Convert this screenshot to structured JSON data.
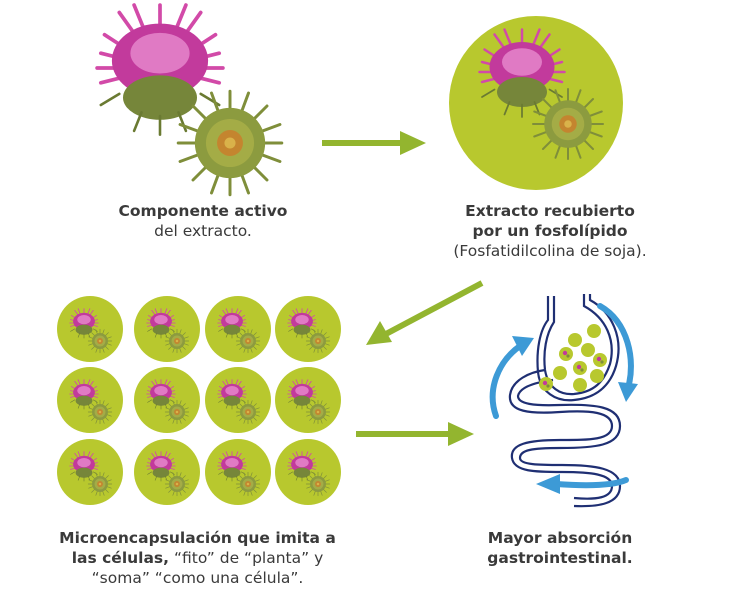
{
  "colors": {
    "accent_green": "#b8c82e",
    "arrow_green": "#93b52f",
    "thistle_pink": "#c23a9c",
    "thistle_green": "#7f8e3a",
    "organ_outline": "#1f2f73",
    "flow_blue": "#3d9ad6"
  },
  "icons": [
    "thistle-flower-icon",
    "coated-extract-icon",
    "microcapsule-icon",
    "digestive-tract-icon",
    "arrow-icon"
  ],
  "steps": {
    "active": {
      "bold": "Componente activo",
      "normal": "del extracto."
    },
    "coated": {
      "bold1": "Extracto recubierto",
      "bold2": "por un fosfolípido",
      "normal": "(Fosfatidilcolina de soja)."
    },
    "micro": {
      "bold1": "Microencapsulación que imita a",
      "bold2": "las células,",
      "normal2": " “fito” de “planta” y",
      "normal3": "“soma” “como una célula”."
    },
    "absorption": {
      "bold1": "Mayor absorción",
      "bold2": "gastrointestinal."
    }
  }
}
